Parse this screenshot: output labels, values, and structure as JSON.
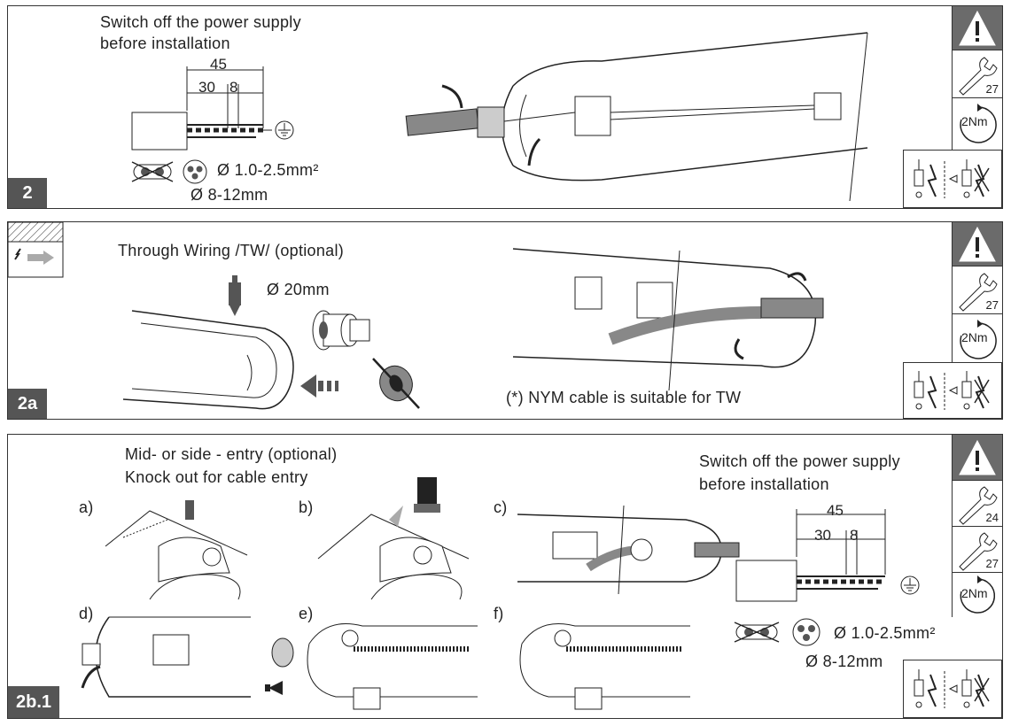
{
  "panels": {
    "p2": {
      "badge": "2",
      "note_line1": "Switch off the power supply",
      "note_line2": "before installation",
      "dim_total": "45",
      "dim_a": "30",
      "dim_b": "8",
      "wire_size": "Ø 1.0-2.5mm²",
      "cable_dia": "Ø 8-12mm",
      "tool_size": "27",
      "torque": "2Nm"
    },
    "p2a": {
      "badge": "2a",
      "title": "Through Wiring /TW/ (optional)",
      "hole_dia": "Ø 20mm",
      "note": "(*) NYM cable is suitable for TW",
      "tool_size": "27",
      "torque": "2Nm"
    },
    "p2b1": {
      "badge": "2b.1",
      "title_line1": "Mid- or side - entry (optional)",
      "title_line2": "Knock out for cable entry",
      "step_a": "a)",
      "step_b": "b)",
      "step_c": "c)",
      "step_d": "d)",
      "step_e": "e)",
      "step_f": "f)",
      "note_line1": "Switch off the power supply",
      "note_line2": "before installation",
      "dim_total": "45",
      "dim_a": "30",
      "dim_b": "8",
      "wire_size": "Ø 1.0-2.5mm²",
      "cable_dia": "Ø 8-12mm",
      "tool_size_1": "24",
      "tool_size_2": "27",
      "torque": "2Nm"
    }
  },
  "icons": {
    "warning": "warning-triangle-icon",
    "wrench": "wrench-icon",
    "torque": "torque-arrow-icon",
    "electric": "electrical-disconnect-icon",
    "ground": "ground-symbol-icon"
  },
  "colors": {
    "badge": "#555555",
    "warning_bg": "#6b6b6b"
  }
}
